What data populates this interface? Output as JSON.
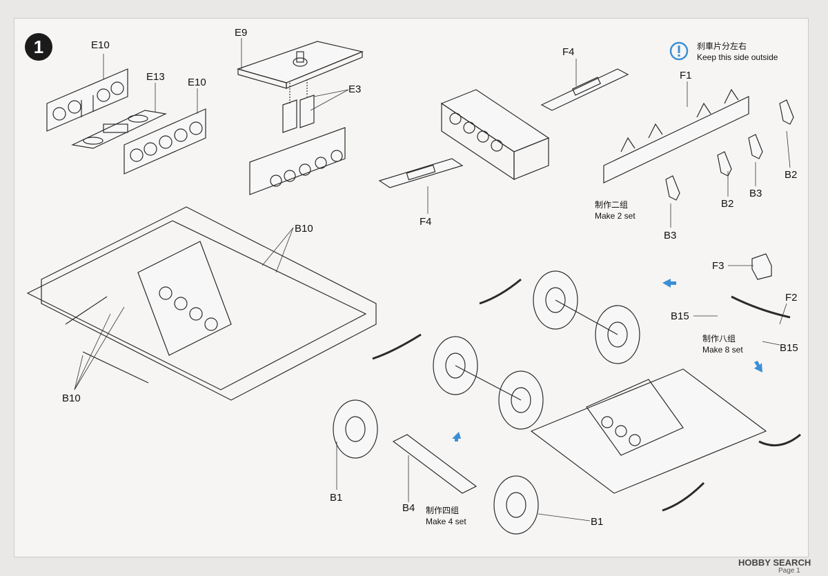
{
  "step": {
    "number": "1"
  },
  "labels": {
    "e10_left": "E10",
    "e13": "E13",
    "e10_right": "E10",
    "e9": "E9",
    "e3": "E3",
    "f4_top": "F4",
    "f4_bottom": "F4",
    "f1": "F1",
    "b2_right": "B2",
    "b2_bottom": "B2",
    "b3_right": "B3",
    "b3_bottom": "B3",
    "b10_top": "B10",
    "b10_bottom": "B10",
    "f3": "F3",
    "f2": "F2",
    "b15_left": "B15",
    "b15_right": "B15",
    "b1_left": "B1",
    "b1_right": "B1",
    "b4": "B4"
  },
  "notes": {
    "keep_side_cn": "刹車片分左右",
    "keep_side_en": "Keep this side outside",
    "make2_cn": "制作二组",
    "make2_en": "Make 2 set",
    "make8_cn": "制作八组",
    "make8_en": "Make 8 set",
    "make4_cn": "制作四组",
    "make4_en": "Make 4 set"
  },
  "footer": {
    "page": "Page 1",
    "brand": "HOBBY SEARCH"
  },
  "icons": {
    "info": "exclamation-icon",
    "arrow": "blue-arrow-icon"
  },
  "colors": {
    "accent": "#3b8fd6",
    "line": "#2a2a2a"
  }
}
